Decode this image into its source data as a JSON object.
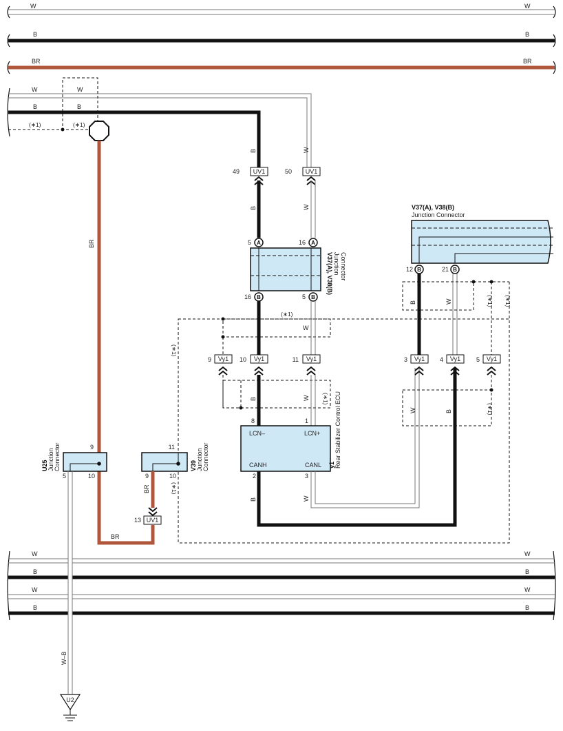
{
  "colors": {
    "brown": "#b0563a",
    "black": "#111111",
    "white_wire_outline": "#777777",
    "connector_fill": "#cfe8f6"
  },
  "top_buses": [
    {
      "left": "W",
      "right": "W"
    },
    {
      "left": "B",
      "right": "B"
    },
    {
      "left": "BR",
      "right": "BR"
    }
  ],
  "bottom_buses": [
    {
      "left": "W",
      "right": "W"
    },
    {
      "left": "B",
      "right": "B"
    },
    {
      "left": "W",
      "right": "W"
    },
    {
      "left": "B",
      "right": "B"
    }
  ],
  "branch_labels": {
    "w_left": "W",
    "w_box": "W",
    "b_left": "B",
    "b_box": "B",
    "opt_left": "(∗1)",
    "opt_box": "(∗1)"
  },
  "wire_labels": {
    "br_vertical": "BR",
    "br_bottom": "BR",
    "br_v39": "BR",
    "b_upper": "B",
    "w_upper": "W",
    "b_mid": "B",
    "w_mid": "W",
    "w_dash": "W",
    "opt_dash": "(∗1)",
    "opt_left_dash": "(∗1)",
    "b_lower": "B",
    "w_lower": "W",
    "opt_lower": "(∗1)",
    "b_can": "B",
    "w_can": "W",
    "b_right": "B",
    "w_right": "W",
    "opt_right1": "(∗1)",
    "opt_right2": "(∗1)",
    "w_rlow": "W",
    "b_rlow": "B",
    "opt_rlow": "(∗1)",
    "opt_v39": "(∗1)",
    "wb": "W–B"
  },
  "connectors": {
    "uv1_49": {
      "pin": "49",
      "code": "UV1"
    },
    "uv1_50": {
      "pin": "50",
      "code": "UV1"
    },
    "uv1_13": {
      "pin": "13",
      "code": "UV1"
    },
    "vy1_9": {
      "pin": "9",
      "code": "Vy1"
    },
    "vy1_10": {
      "pin": "10",
      "code": "Vy1"
    },
    "vy1_11": {
      "pin": "11",
      "code": "Vy1"
    },
    "vy1_3": {
      "pin": "3",
      "code": "Vy1"
    },
    "vy1_4": {
      "pin": "4",
      "code": "Vy1"
    },
    "vy1_5": {
      "pin": "5",
      "code": "Vy1"
    }
  },
  "junction_mid": {
    "title": "V37(A), V38(B)",
    "subtitle": "Junction Connector",
    "pin_tl": "5",
    "pin_tl_letter": "A",
    "pin_tr": "16",
    "pin_tr_letter": "A",
    "pin_bl": "16",
    "pin_bl_letter": "B",
    "pin_br": "5",
    "pin_br_letter": "B"
  },
  "junction_right": {
    "title": "V37(A), V38(B)",
    "subtitle": "Junction Connector",
    "pin_a": "12",
    "pin_a_letter": "B",
    "pin_b": "21",
    "pin_b_letter": "B"
  },
  "ecu": {
    "code": "y1",
    "name": "Rear Stabilizer Control ECU",
    "lcn_minus": "LCN–",
    "lcn_plus": "LCN+",
    "canh": "CANH",
    "canl": "CANL",
    "pin8": "8",
    "pin1": "1",
    "pin2": "2",
    "pin3": "3"
  },
  "u25": {
    "code": "U25",
    "line1": "Junction",
    "line2": "Connector",
    "pin9": "9",
    "pin5": "5",
    "pin10": "10"
  },
  "v39": {
    "code": "V39",
    "line1": "Junction",
    "line2": "Connector",
    "pin11": "11",
    "pin9": "9",
    "pin10": "10"
  },
  "ground": {
    "code": "U2"
  }
}
